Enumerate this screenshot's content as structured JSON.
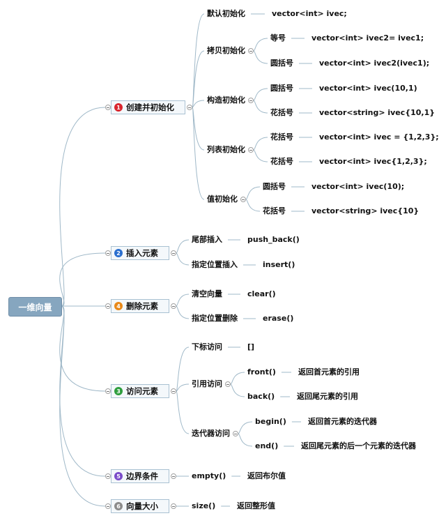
{
  "root": {
    "label": "一维向量"
  },
  "branches": [
    {
      "label": "创建并初始化",
      "badge": "1",
      "badge_color": "#d9262e",
      "children": [
        {
          "label": "默认初始化",
          "leaf": "vector<int> ivec;"
        },
        {
          "label": "拷贝初始化",
          "children": [
            {
              "label": "等号",
              "leaf": "vector<int> ivec2= ivec1;"
            },
            {
              "label": "圆括号",
              "leaf": "vector<int> ivec2(ivec1);"
            }
          ]
        },
        {
          "label": "构造初始化",
          "children": [
            {
              "label": "圆括号",
              "leaf": "vector<int> ivec(10,1)"
            },
            {
              "label": "花括号",
              "leaf": "vector<string> ivec{10,1}"
            }
          ]
        },
        {
          "label": "列表初始化",
          "children": [
            {
              "label": "花括号",
              "leaf": "vector<int> ivec = {1,2,3};"
            },
            {
              "label": "花括号",
              "leaf": "vector<int> ivec{1,2,3};"
            }
          ]
        },
        {
          "label": "值初始化",
          "children": [
            {
              "label": "圆括号",
              "leaf": "vector<int> ivec(10);"
            },
            {
              "label": "花括号",
              "leaf": "vector<string> ivec{10}"
            }
          ]
        }
      ]
    },
    {
      "label": "插入元素",
      "badge": "2",
      "badge_color": "#2a6fcf",
      "children": [
        {
          "label": "尾部插入",
          "leaf": "push_back()"
        },
        {
          "label": "指定位置插入",
          "leaf": "insert()"
        }
      ]
    },
    {
      "label": "删除元素",
      "badge": "4",
      "badge_color": "#e8891a",
      "children": [
        {
          "label": "清空向量",
          "leaf": "clear()"
        },
        {
          "label": "指定位置删除",
          "leaf": "erase()"
        }
      ]
    },
    {
      "label": "访问元素",
      "badge": "3",
      "badge_color": "#2e9e3e",
      "children": [
        {
          "label": "下标访问",
          "leaf": "[]"
        },
        {
          "label": "引用访问",
          "children": [
            {
              "label": "front()",
              "leaf": "返回首元素的引用"
            },
            {
              "label": "back()",
              "leaf": "返回尾元素的引用"
            }
          ]
        },
        {
          "label": "迭代器访问",
          "children": [
            {
              "label": "begin()",
              "leaf": "返回首元素的迭代器"
            },
            {
              "label": "end()",
              "leaf": "返回尾元素的后一个元素的迭代器"
            }
          ]
        }
      ]
    },
    {
      "label": "边界条件",
      "badge": "5",
      "badge_color": "#7a4cc9",
      "children": [
        {
          "label": "empty()",
          "leaf": "返回布尔值"
        }
      ]
    },
    {
      "label": "向量大小",
      "badge": "6",
      "badge_color": "#8c8c8c",
      "children": [
        {
          "label": "size()",
          "leaf": "返回整形值"
        }
      ]
    }
  ]
}
